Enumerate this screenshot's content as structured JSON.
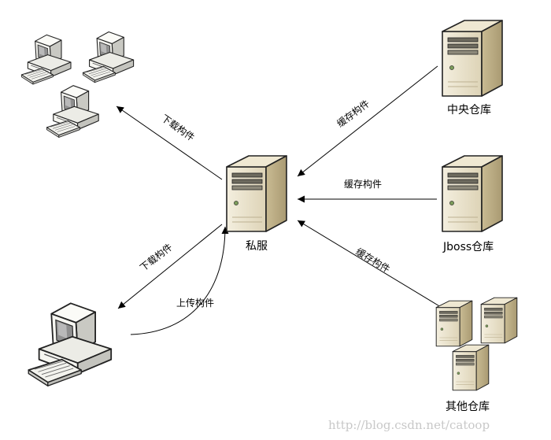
{
  "nodes": {
    "private_server": "私服",
    "central_repo": "中央仓库",
    "jboss_repo": "Jboss仓库",
    "other_repo": "其他仓库"
  },
  "edges": {
    "cache_central": "缓存构件",
    "cache_jboss": "缓存构件",
    "cache_other": "缓存构件",
    "download_team": "下载构件",
    "download_dev": "下载构件",
    "upload_dev": "上传构件"
  },
  "watermark": "http://blog.csdn.net/catoop"
}
